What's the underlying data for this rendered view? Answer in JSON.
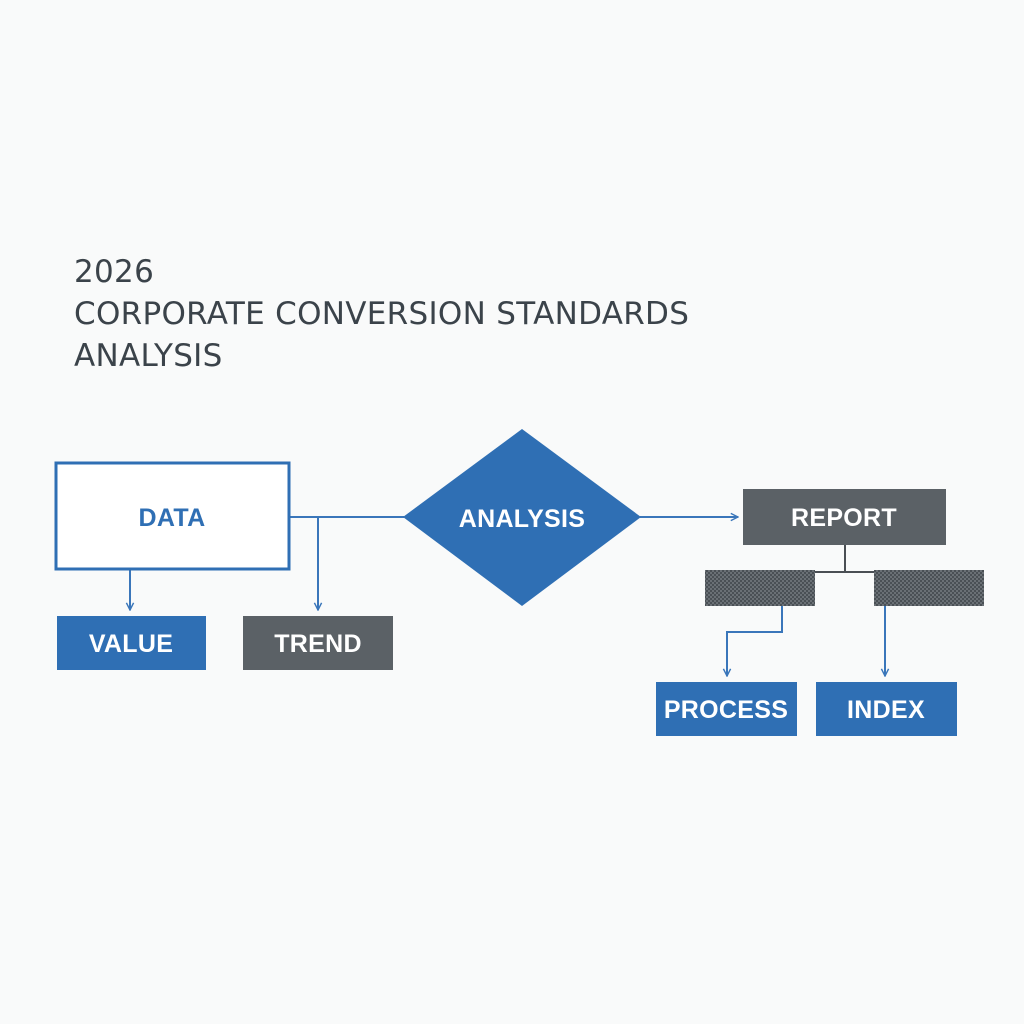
{
  "title": {
    "year": "2026",
    "line1": "CORPORATE CONVERSION STANDARDS",
    "line2": "ANALYSIS"
  },
  "nodes": {
    "data": "DATA",
    "analysis": "ANALYSIS",
    "report": "REPORT",
    "value": "VALUE",
    "trend": "TREND",
    "process": "PROCESS",
    "index": "INDEX"
  },
  "colors": {
    "blue": "#2f6fb4",
    "gray": "#5b6166",
    "line": "#3a76ba",
    "connector": "#4a4f54",
    "text_dark": "#3b434a",
    "background": "#f9fafa"
  }
}
